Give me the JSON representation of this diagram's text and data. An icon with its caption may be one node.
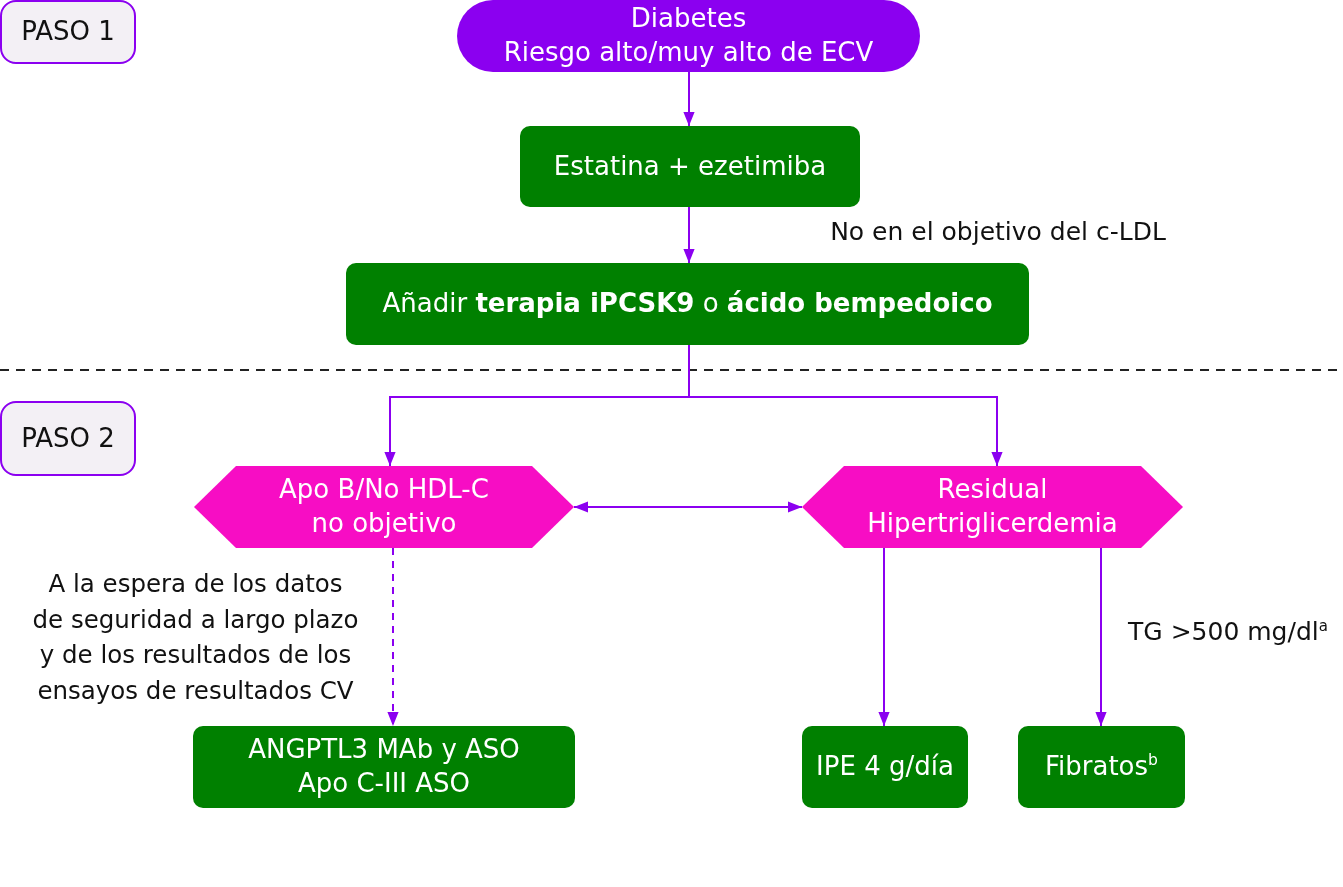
{
  "diagram": {
    "nodes": [
      {
        "text": [
          "PASO 1"
        ]
      },
      {
        "text": [
          "Diabetes",
          "Riesgo alto/muy alto de ECV"
        ]
      },
      {
        "text": [
          "Estatina + ezetimiba"
        ]
      },
      {
        "text": [
          "Añadir **terapia iPCSK9** o **ácido bempedoico**"
        ]
      },
      {
        "text": [
          "PASO 2"
        ]
      },
      {
        "text": [
          "Apo B/No HDL-C no objetivo"
        ]
      },
      {
        "text": [
          "Residual Hipertriglicerdemia"
        ]
      },
      {
        "text": [
          "ANGPTL3 MAb y ASO Apo C-III ASO"
        ]
      },
      {
        "text": [
          "IPE 4 g/día"
        ]
      },
      {
        "text": [
          "Fibratos$^{b}$"
        ]
      }
    ],
    "edges": [
      {
        "from": 1,
        "to": 2,
        "arrow": "to"
      },
      {
        "from": 2,
        "to": 3,
        "arrow": "to"
      },
      {
        "from": 3,
        "to": 5,
        "arrow": "to"
      },
      {
        "from": 3,
        "to": 6,
        "arrow": "to"
      },
      {
        "from": 5,
        "to": 6,
        "arrow": "both"
      },
      {
        "from": 5,
        "to": 7,
        "arrow": "to",
        "style": "dashed",
        "label": "A la espera de los datos de seguridad a largo plazo y de los resultados de los ensayos de resultados CV"
      },
      {
        "from": 6,
        "to": 8,
        "arrow": "to"
      },
      {
        "from": 6,
        "to": 9,
        "arrow": "to",
        "label": "TG >500 mg/dl$^{a}$"
      }
    ],
    "labels": [
      "No en el objetivo del c-LDL"
    ]
  }
}
